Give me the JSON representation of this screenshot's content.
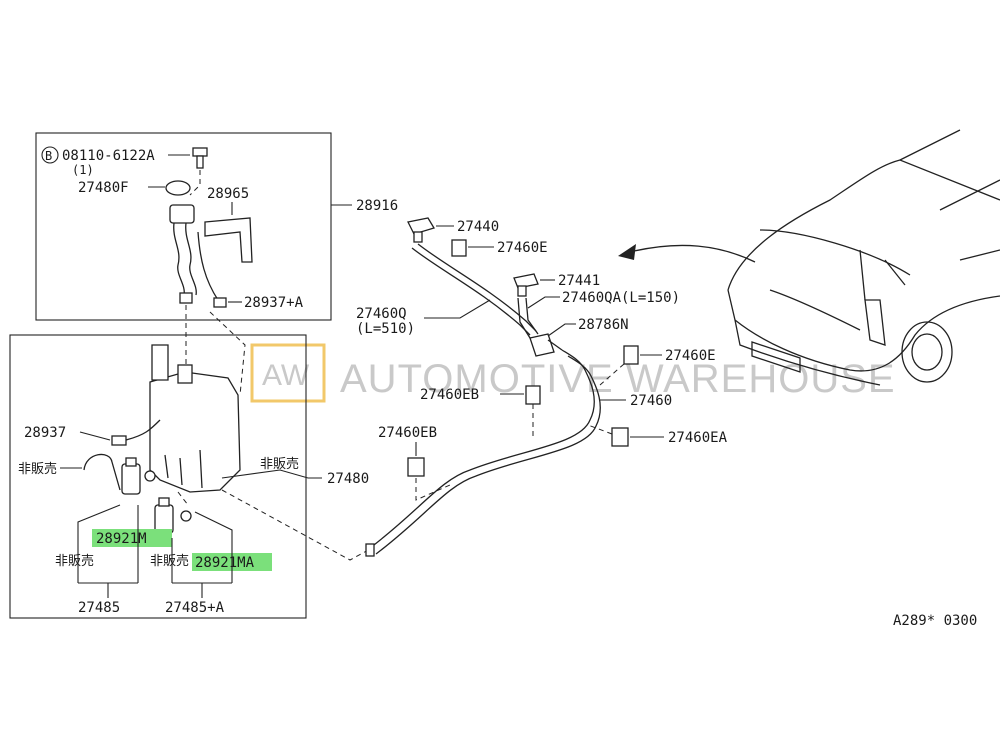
{
  "watermark": {
    "logo_text": "AW",
    "name": "AUTOMOTIVE WAREHOUSE",
    "accent_color": "#f2c86a"
  },
  "labels": {
    "bolt": "08110-6122A",
    "bolt_qty": "(1)",
    "bolt_circle": "B",
    "cap": "27480F",
    "bracket": "28965",
    "hose_assy": "28916",
    "connector_a": "28937+A",
    "nozzle": "27440",
    "clip_e_top": "27460E",
    "nozzle_2": "27441",
    "hose_qa": "27460QA(L=150)",
    "hose_q": "27460Q",
    "hose_q_len": "(L=510)",
    "check_valve": "28786N",
    "clip_e_right": "27460E",
    "clip_eb_mid": "27460EB",
    "hose_main": "27460",
    "clip_eb_left": "27460EB",
    "clip_ea": "27460EA",
    "connector": "28937",
    "not_for_sale_1": "非販売",
    "not_for_sale_2": "非販売",
    "tank": "27480",
    "pump_m": "28921M",
    "not_for_sale_3": "非販売",
    "not_for_sale_4": "非販売",
    "pump_ma": "28921MA",
    "grommet": "27485",
    "grommet_a": "27485+A",
    "diagram_code": "A289* 0300"
  },
  "highlight_color": "#7be07b"
}
